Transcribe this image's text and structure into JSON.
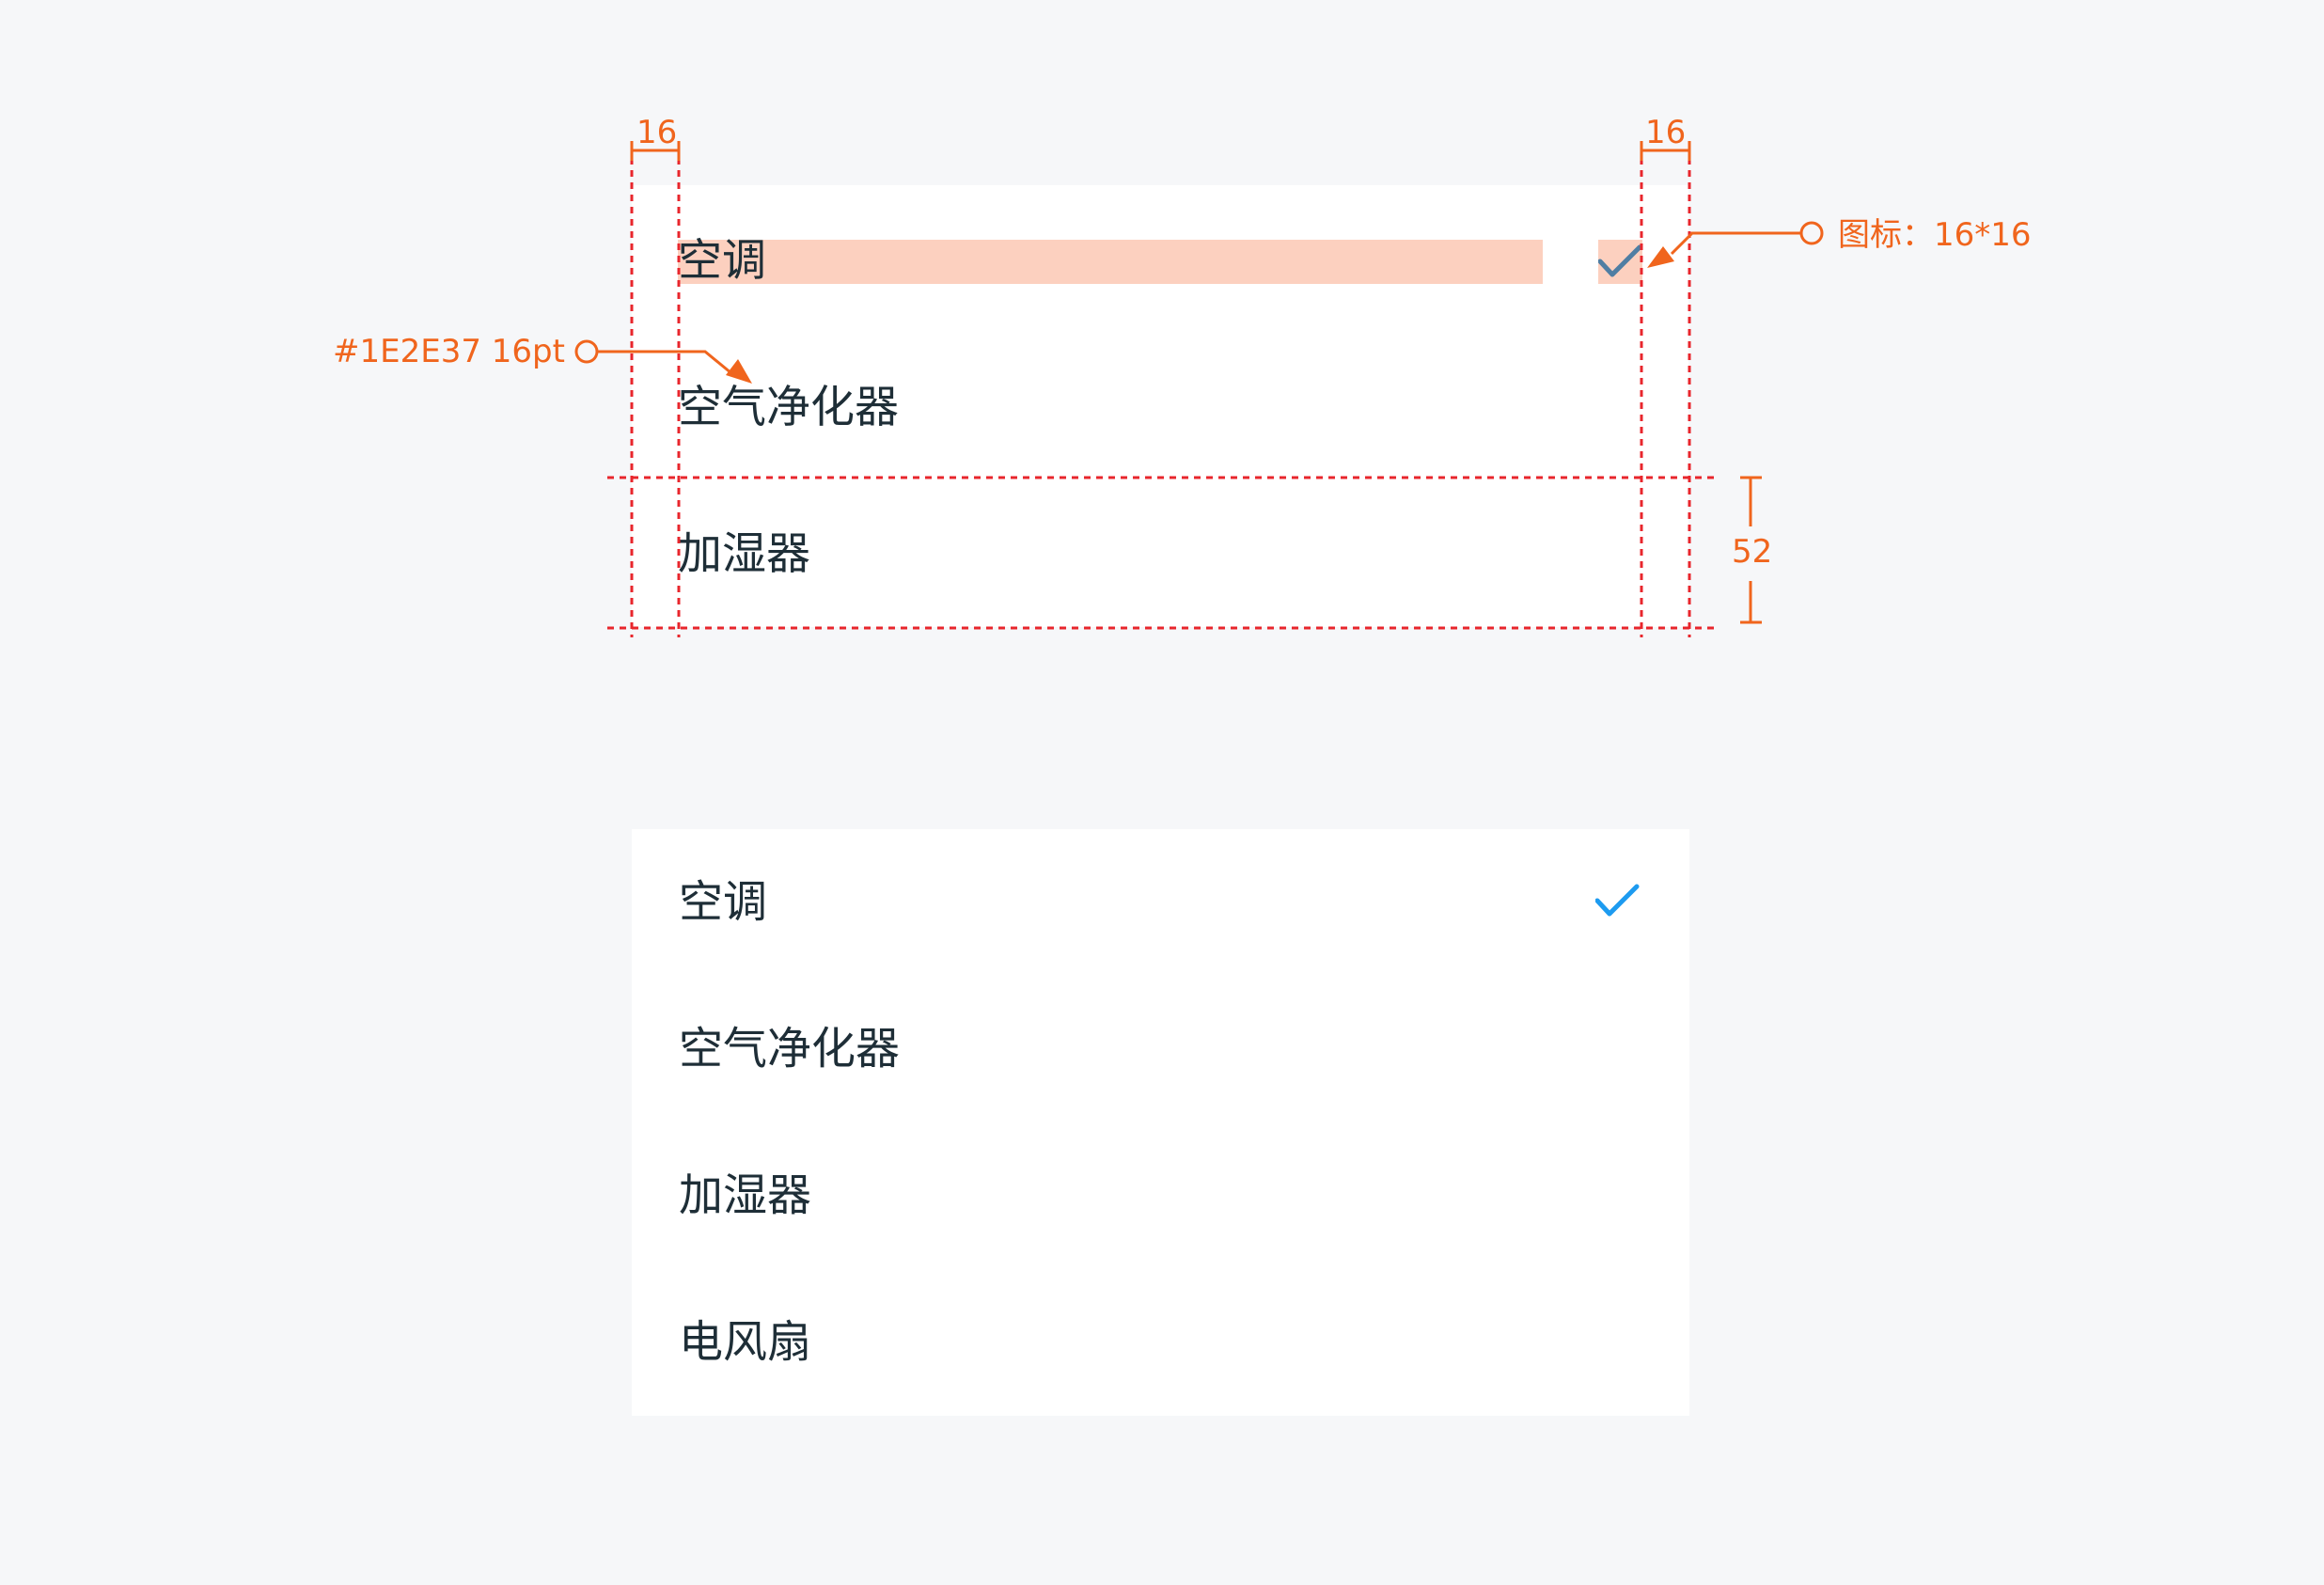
{
  "spec": {
    "items": [
      {
        "label": "空调",
        "selected": true
      },
      {
        "label": "空气净化器",
        "selected": false
      },
      {
        "label": "加湿器",
        "selected": false
      }
    ],
    "annotations": {
      "left_padding": "16",
      "right_padding": "16",
      "text_style": "#1E2E37  16pt",
      "icon_size": "图标：16*16",
      "row_height": "52"
    },
    "colors": {
      "annotation": "#f0651d",
      "guide": "#e8262c",
      "highlight": "#fcd0bf",
      "spec_check": "#4f7ea3"
    }
  },
  "list": {
    "items": [
      {
        "label": "空调",
        "selected": true
      },
      {
        "label": "空气净化器",
        "selected": false
      },
      {
        "label": "加湿器",
        "selected": false
      },
      {
        "label": "电风扇",
        "selected": false
      }
    ],
    "check_icon": "checkmark-icon",
    "colors": {
      "text": "#1e2e37",
      "check": "#1d9bf0",
      "card_bg": "#ffffff",
      "page_bg": "#f6f7f9"
    }
  }
}
